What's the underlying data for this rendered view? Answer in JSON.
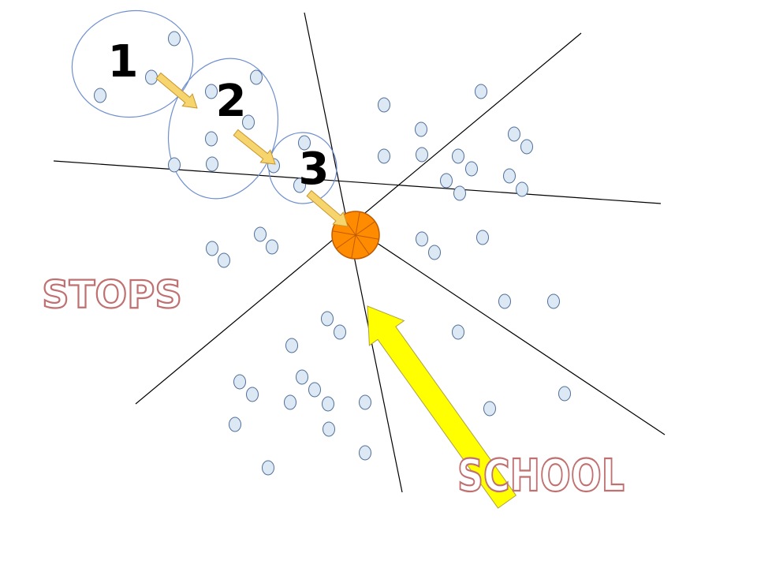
{
  "labels": {
    "stop_1": "1",
    "stop_2": "2",
    "stop_3": "3",
    "stops_caption": "STOPS",
    "school_caption": "SCHOOL"
  },
  "colors": {
    "background": "#ffffff",
    "student_fill": "#dde8f5",
    "student_stroke": "#4f6f9a",
    "cluster_stroke": "#6f8fd0",
    "divider_line": "#000000",
    "route_arrow_fill": "#f7d56e",
    "route_arrow_stroke": "#c9962b",
    "school_arrow_fill": "#ffff00",
    "school_arrow_stroke": "#b0a040",
    "school_hub_fill": "#ff8c00",
    "school_hub_stroke": "#c05a00",
    "caption_fill": "#ffffff",
    "caption_stroke": "#c07070"
  },
  "icons": {
    "student": "circle-marker",
    "school_hub": "segmented-disc",
    "route_step": "arrow",
    "school_pointer": "arrow"
  }
}
